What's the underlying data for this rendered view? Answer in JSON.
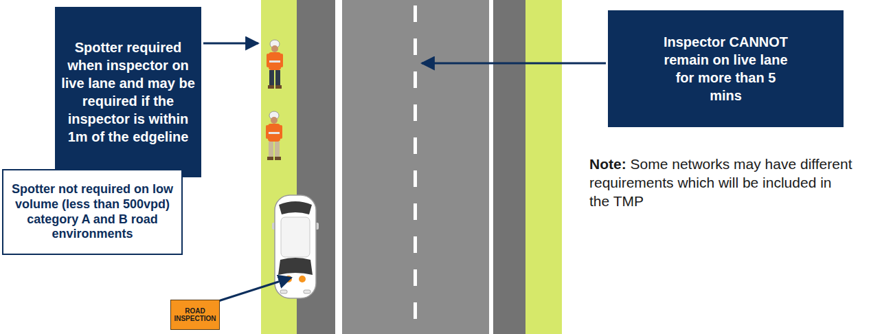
{
  "diagram": {
    "nodes": [
      {
        "text": [
          "Spotter required when inspector on live lane and may be required if the inspector is within 1m of the edgeline"
        ]
      },
      {
        "text": [
          "Inspector CANNOT remain on live lane for more than 5 mins"
        ]
      },
      {
        "text": [
          "Spotter not required on low volume (less than 500vpd) category A and B road environments"
        ]
      },
      {
        "text": [
          "ROAD INSPECTION"
        ]
      }
    ],
    "labels": [
      "Note:",
      "Some networks may have different requirements which will be included in the TMP"
    ]
  }
}
